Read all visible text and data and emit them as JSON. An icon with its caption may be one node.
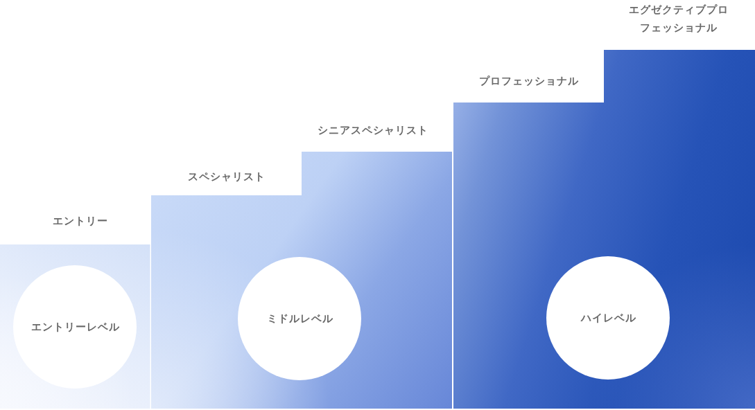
{
  "diagram": {
    "nodes": [
      {
        "text": [
          "エントリー"
        ]
      },
      {
        "text": [
          "エントリーレベル"
        ],
        "in": 0
      },
      {
        "text": [
          "スペシャリスト",
          "シニアスペシャリスト"
        ]
      },
      {
        "text": [
          "ミドルレベル"
        ],
        "in": 2
      },
      {
        "text": [
          "プロフェッショナル",
          "エグゼクティブプロフェッショナル"
        ]
      },
      {
        "text": [
          "ハイレベル"
        ],
        "in": 4
      }
    ]
  }
}
